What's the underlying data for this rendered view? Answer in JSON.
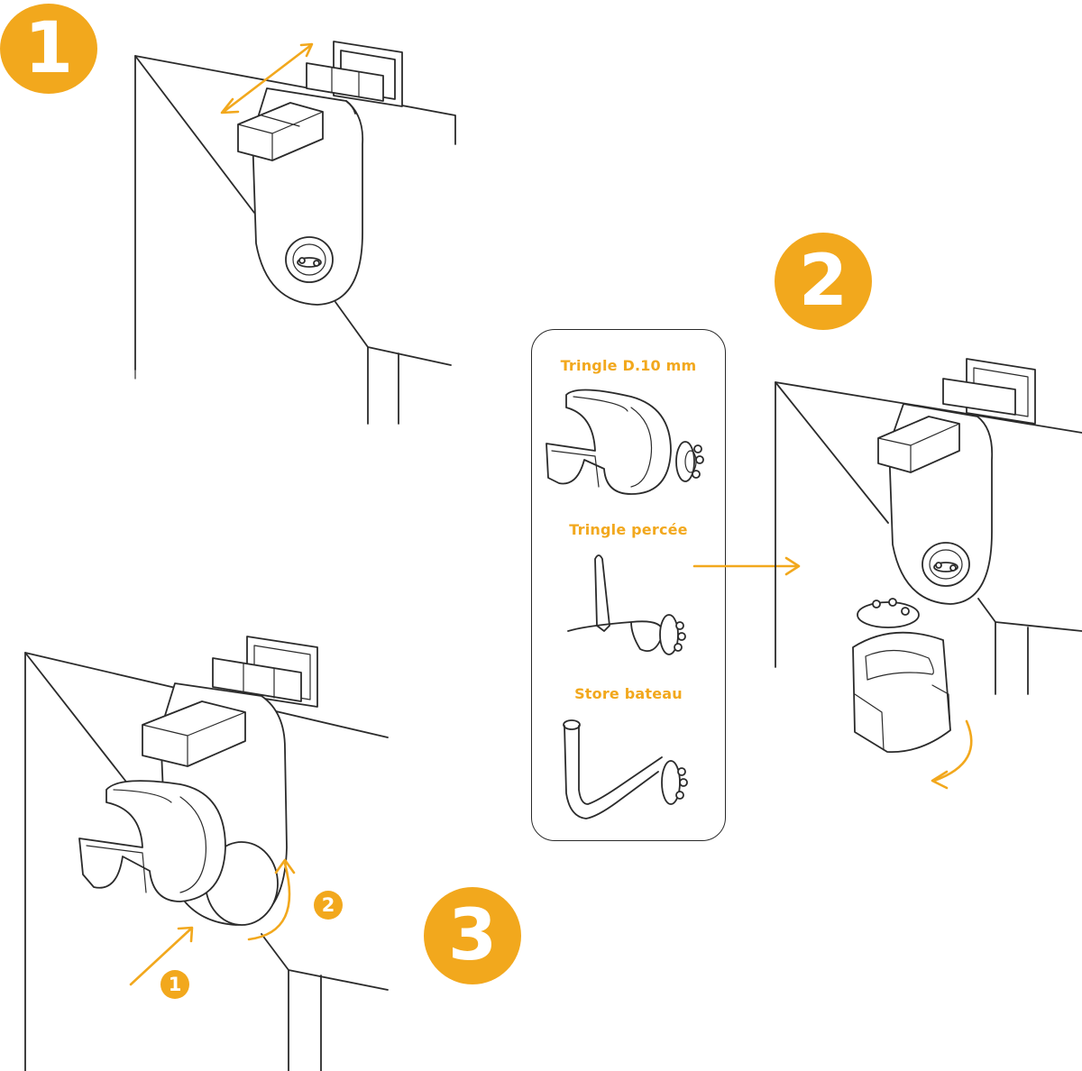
{
  "colors": {
    "accent": "#F2A81D",
    "line": "#2B2B2B",
    "background": "#FFFFFF"
  },
  "steps": [
    {
      "number": "1"
    },
    {
      "number": "2"
    },
    {
      "number": "3"
    }
  ],
  "options_panel": {
    "options": [
      {
        "label": "Tringle D.10 mm",
        "icon": "curtain-rod-ring-icon"
      },
      {
        "label": "Tringle percée",
        "icon": "pierced-rod-hook-icon"
      },
      {
        "label": "Store bateau",
        "icon": "roman-blind-hook-icon"
      }
    ]
  },
  "sub_steps": [
    {
      "number": "1"
    },
    {
      "number": "2"
    }
  ]
}
